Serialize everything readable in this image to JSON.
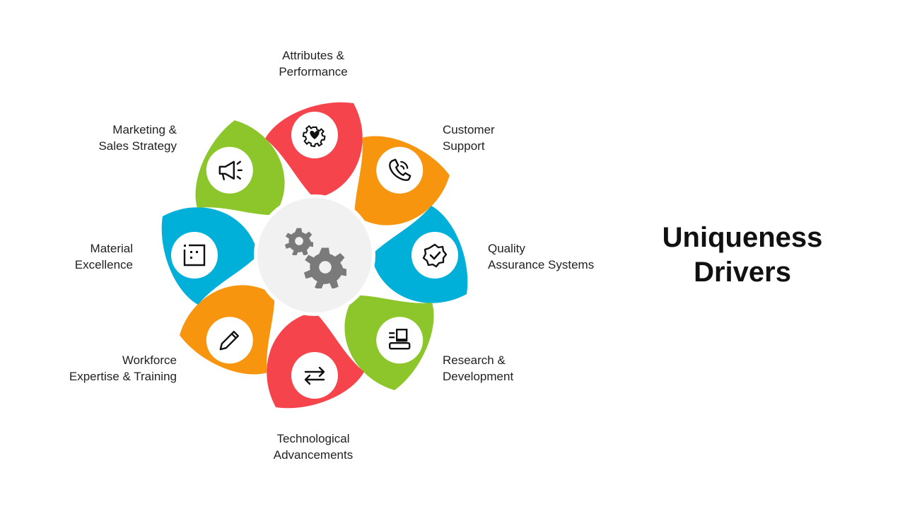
{
  "title": {
    "line1": "Uniqueness",
    "line2": "Drivers"
  },
  "colors": {
    "red": "#F5444B",
    "orange": "#F7960E",
    "blue": "#00B0D8",
    "green": "#8CC62A",
    "hub": "#F1F1F1",
    "gear": "#7A7A7A"
  },
  "center": {
    "icon": "gears-icon"
  },
  "items": [
    {
      "id": "attributes",
      "line1": "Attributes &",
      "line2": "Performance",
      "color": "red",
      "icon": "gear-heart-icon"
    },
    {
      "id": "customer",
      "line1": "Customer",
      "line2": "Support",
      "color": "orange",
      "icon": "phone-icon"
    },
    {
      "id": "quality",
      "line1": "Quality",
      "line2": "Assurance Systems",
      "color": "blue",
      "icon": "badge-check-icon"
    },
    {
      "id": "research",
      "line1": "Research &",
      "line2": "Development",
      "color": "green",
      "icon": "microscope-icon"
    },
    {
      "id": "technological",
      "line1": "Technological",
      "line2": "Advancements",
      "color": "red",
      "icon": "swap-arrows-icon"
    },
    {
      "id": "workforce",
      "line1": "Workforce",
      "line2": "Expertise & Training",
      "color": "orange",
      "icon": "pencil-icon"
    },
    {
      "id": "material",
      "line1": "Material",
      "line2": "Excellence",
      "color": "blue",
      "icon": "dotted-square-icon"
    },
    {
      "id": "marketing",
      "line1": "Marketing &",
      "line2": "Sales Strategy",
      "color": "green",
      "icon": "megaphone-icon"
    }
  ]
}
